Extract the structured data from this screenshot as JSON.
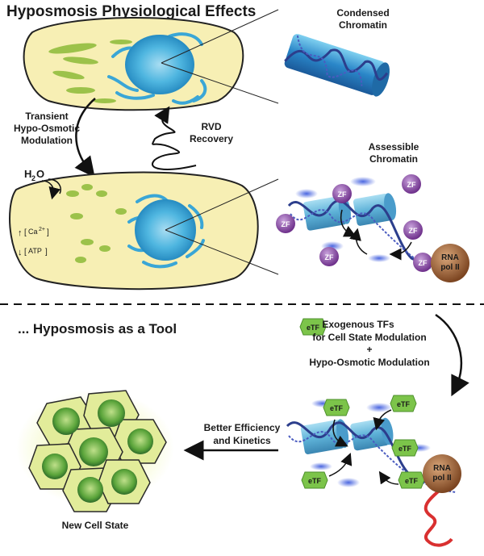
{
  "top": {
    "title": "Hyposmosis Physiological Effects",
    "condensed_label_1": "Condensed",
    "condensed_label_2": "Chromatin",
    "transient_1": "Transient",
    "transient_2": "Hypo-Osmotic",
    "transient_3": "Modulation",
    "rvd_1": "RVD",
    "rvd_2": "Recovery",
    "h2o_h": "H",
    "h2o_sub": "2",
    "h2o_o": "O",
    "ca_label": "Ca",
    "ca_sup": "2+",
    "atp_label": "ATP",
    "accessible_1": "Assessible",
    "accessible_2": "Chromatin",
    "zf": "ZF",
    "rna_pol_1": "RNA",
    "rna_pol_2": "pol II"
  },
  "bottom": {
    "title": "... Hyposmosis as a Tool",
    "etf": "eTF",
    "exogenous_1": "Exogenous TFs",
    "exogenous_2": "for Cell State Modulation",
    "plus": "+",
    "exogenous_3": "Hypo-Osmotic Modulation",
    "better_1": "Better Efficiency",
    "better_2": "and Kinetics",
    "new_cell_state": "New Cell State",
    "rna_pol_1": "RNA",
    "rna_pol_2": "pol II"
  },
  "colors": {
    "cell_fill": "#f7efb4",
    "nucleus": "#4fb6e0",
    "er": "#3aa6d6",
    "mito": "#9cc24a",
    "chromatin": "#2a7fc1",
    "dna": "#2c3e8c",
    "zf": "#8a4fa3",
    "etf": "#7cc44a",
    "rnapol": "#a8693b",
    "mrna": "#d93030",
    "glow": "#d8ec6a"
  }
}
